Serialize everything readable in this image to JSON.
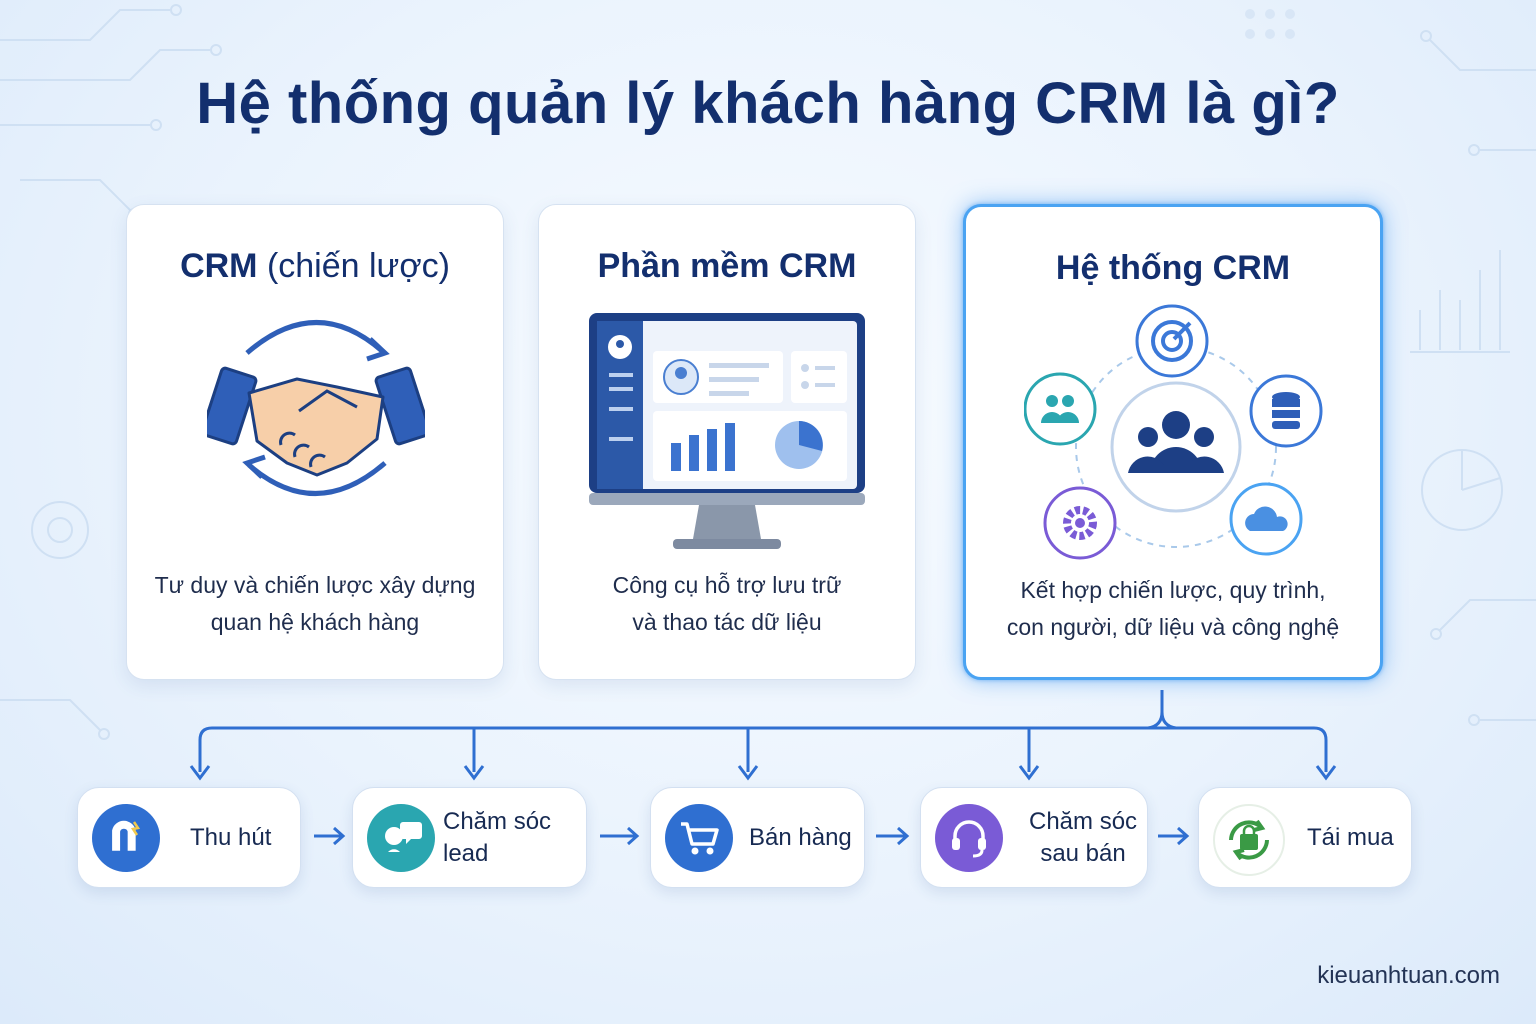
{
  "title": "Hệ thống quản lý khách hàng CRM là gì?",
  "cards": [
    {
      "title_main": "CRM",
      "title_suffix": "(chiến lược)",
      "desc_line1": "Tư duy và chiến lược xây dựng",
      "desc_line2": "quan hệ khách hàng",
      "icon": "handshake-icon"
    },
    {
      "title_main": "Phần mềm CRM",
      "desc_line1": "Công cụ hỗ trợ lưu trữ",
      "desc_line2": "và thao tác dữ liệu",
      "icon": "monitor-dashboard-icon"
    },
    {
      "title_main": "Hệ thống CRM",
      "desc_line1": "Kết hợp chiến lược, quy trình,",
      "desc_line2": "con người, dữ liệu và công nghệ",
      "icon": "people-network-icon"
    }
  ],
  "steps": [
    {
      "label": "Thu hút",
      "icon": "magnet-icon",
      "color": "#2f6fd1"
    },
    {
      "label": "Chăm sóc lead",
      "icon": "chat-bubbles-icon",
      "color": "#2aa6b0"
    },
    {
      "label": "Bán hàng",
      "icon": "cart-icon",
      "color": "#2f6fd1"
    },
    {
      "label_line1": "Chăm sóc",
      "label_line2": "sau bán",
      "icon": "headset-icon",
      "color": "#7a5bd6"
    },
    {
      "label": "Tái mua",
      "icon": "recycle-bag-icon",
      "color": "#3a9a45"
    }
  ],
  "footer": "kieuanhtuan.com",
  "colors": {
    "title": "#132f6e",
    "accent": "#2f6fd1",
    "highlight_border": "#4aa3f2"
  }
}
